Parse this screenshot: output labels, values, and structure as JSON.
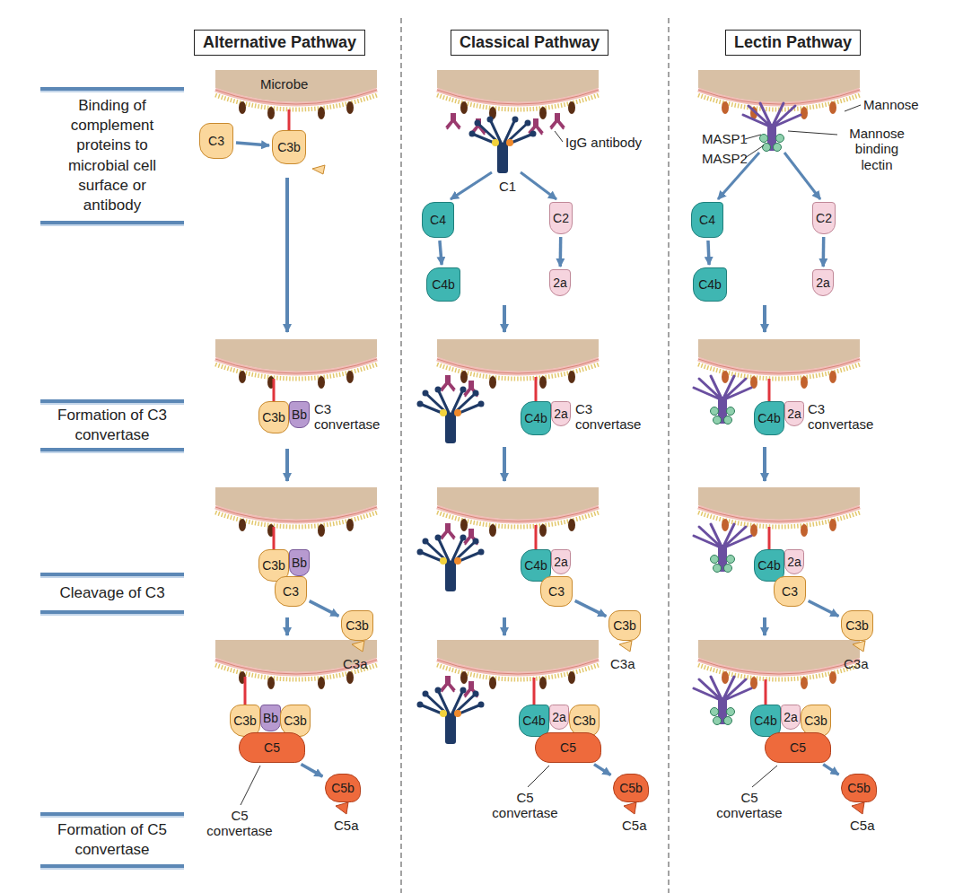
{
  "diagram": {
    "nodes": [
      {
        "text": [
          "Alternative Pathway"
        ]
      },
      {
        "text": [
          "Classical Pathway"
        ]
      },
      {
        "text": [
          "Lectin Pathway"
        ]
      },
      {
        "text": [
          "Binding of complement proteins to microbial cell surface or antibody"
        ]
      },
      {
        "text": [
          "Formation of C3 convertase"
        ]
      },
      {
        "text": [
          "Cleavage of C3"
        ]
      },
      {
        "text": [
          "Formation of C5 convertase"
        ]
      },
      {
        "text": [
          "C3"
        ]
      },
      {
        "text": [
          "C3b"
        ]
      },
      {
        "text": [
          "C3b"
        ]
      },
      {
        "text": [
          "Bb"
        ]
      },
      {
        "text": [
          "C3b"
        ]
      },
      {
        "text": [
          "Bb"
        ]
      },
      {
        "text": [
          "C3"
        ]
      },
      {
        "text": [
          "C3b"
        ]
      },
      {
        "text": [
          "C3b"
        ]
      },
      {
        "text": [
          "Bb"
        ]
      },
      {
        "text": [
          "C3b"
        ]
      },
      {
        "text": [
          "C5"
        ]
      },
      {
        "text": [
          "C5b"
        ]
      },
      {
        "text": [
          "C4"
        ]
      },
      {
        "text": [
          "C2"
        ]
      },
      {
        "text": [
          "C4b"
        ]
      },
      {
        "text": [
          "2a"
        ]
      },
      {
        "text": [
          "C4b"
        ]
      },
      {
        "text": [
          "2a"
        ]
      },
      {
        "text": [
          "C4b"
        ]
      },
      {
        "text": [
          "2a"
        ]
      },
      {
        "text": [
          "C3"
        ]
      },
      {
        "text": [
          "C3b"
        ]
      },
      {
        "text": [
          "C4b"
        ]
      },
      {
        "text": [
          "2a"
        ]
      },
      {
        "text": [
          "C3b"
        ]
      },
      {
        "text": [
          "C5"
        ]
      },
      {
        "text": [
          "C5b"
        ]
      },
      {
        "text": [
          "C4"
        ]
      },
      {
        "text": [
          "C2"
        ]
      },
      {
        "text": [
          "C4b"
        ]
      },
      {
        "text": [
          "2a"
        ]
      },
      {
        "text": [
          "C4b"
        ]
      },
      {
        "text": [
          "2a"
        ]
      },
      {
        "text": [
          "C4b"
        ]
      },
      {
        "text": [
          "2a"
        ]
      },
      {
        "text": [
          "C3"
        ]
      },
      {
        "text": [
          "C3b"
        ]
      },
      {
        "text": [
          "C4b"
        ]
      },
      {
        "text": [
          "2a"
        ]
      },
      {
        "text": [
          "C3b"
        ]
      },
      {
        "text": [
          "C5"
        ]
      },
      {
        "text": [
          "C5b"
        ]
      }
    ],
    "edges": [
      {
        "from": 7,
        "to": 8,
        "arrow": "to"
      },
      {
        "from": 13,
        "to": 14,
        "arrow": "to"
      },
      {
        "from": 18,
        "to": 19,
        "arrow": "to"
      },
      {
        "from": 20,
        "to": 22,
        "arrow": "to"
      },
      {
        "from": 21,
        "to": 23,
        "arrow": "to"
      },
      {
        "from": 28,
        "to": 29,
        "arrow": "to"
      },
      {
        "from": 33,
        "to": 34,
        "arrow": "to"
      },
      {
        "from": 35,
        "to": 37,
        "arrow": "to"
      },
      {
        "from": 36,
        "to": 38,
        "arrow": "to"
      },
      {
        "from": 43,
        "to": 44,
        "arrow": "to"
      },
      {
        "from": 48,
        "to": 49,
        "arrow": "to"
      }
    ],
    "labels": [
      "Microbe",
      "IgG antibody",
      "C1",
      "Mannose",
      "MASP1",
      "MASP2",
      "Mannose binding lectin",
      "C3 convertase",
      "C3 convertase",
      "C3 convertase",
      "C3a",
      "C3a",
      "C3a",
      "C5 convertase",
      "C5 convertase",
      "C5 convertase",
      "C5a",
      "C5a",
      "C5a"
    ]
  }
}
